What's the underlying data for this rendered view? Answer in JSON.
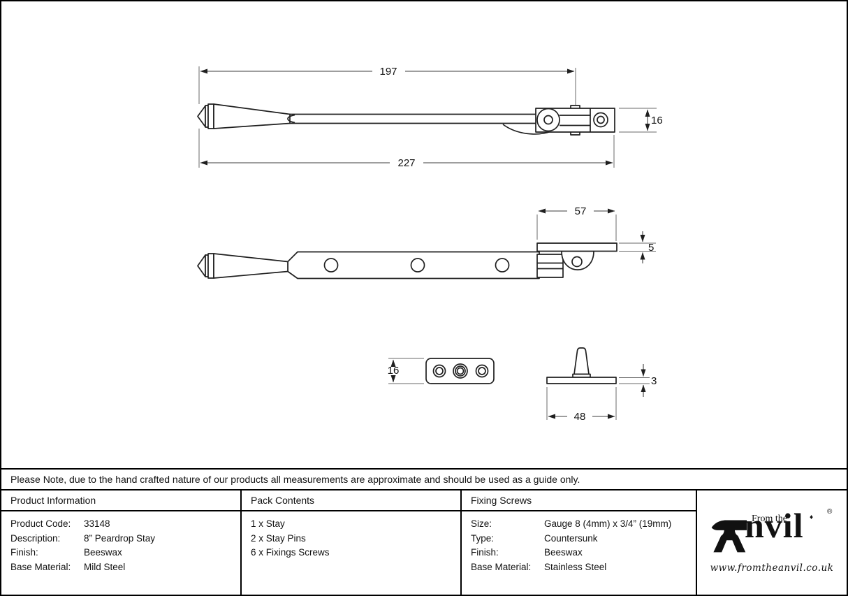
{
  "note": {
    "text": "Please Note, due to the hand crafted nature of our products all measurements are approximate and should be used as a guide only."
  },
  "table": {
    "product_information": {
      "header": "Product Information",
      "rows": [
        {
          "label": "Product Code:",
          "value": "33148"
        },
        {
          "label": "Description:",
          "value": "8” Peardrop Stay"
        },
        {
          "label": "Finish:",
          "value": "Beeswax"
        },
        {
          "label": "Base Material:",
          "value": "Mild Steel"
        }
      ]
    },
    "pack_contents": {
      "header": "Pack Contents",
      "items": [
        "1 x Stay",
        "2 x Stay Pins",
        "6 x Fixings Screws"
      ]
    },
    "fixing_screws": {
      "header": "Fixing Screws",
      "rows": [
        {
          "label": "Size:",
          "value": "Gauge 8 (4mm) x 3/4” (19mm)"
        },
        {
          "label": "Type:",
          "value": "Countersunk"
        },
        {
          "label": "Finish:",
          "value": "Beeswax"
        },
        {
          "label": "Base Material:",
          "value": "Stainless Steel"
        }
      ]
    }
  },
  "logo": {
    "from_the": "From the",
    "brand_suffix": "nvil",
    "registered": "®",
    "diamond": "♦",
    "url": "www.fromtheanvil.co.uk"
  },
  "drawing": {
    "dimensions": {
      "arm_length": "197",
      "overall_length": "227",
      "end_height": "16",
      "keeper_length": "57",
      "keeper_plate_thickness": "5",
      "keep_plate_height": "16",
      "pin_base_thickness": "3",
      "pin_base_length": "48"
    }
  },
  "colors": {
    "background": "#ffffff",
    "line": "#1f1f1f",
    "dimension_line": "#3c3c3c",
    "extension_line": "#6a6a6a"
  }
}
